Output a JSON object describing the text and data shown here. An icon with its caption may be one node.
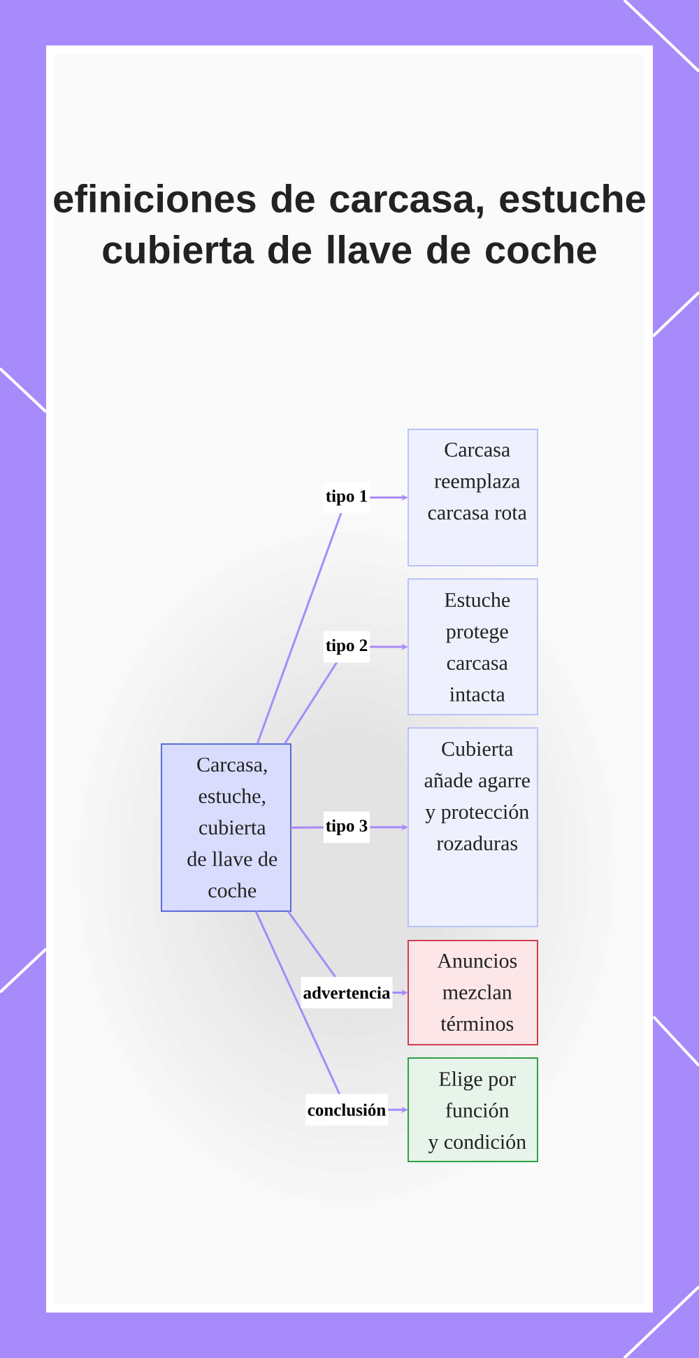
{
  "diagram": {
    "title": "efiniciones de carcasa, estuche cubierta de llave de coche",
    "nodes": [
      {
        "text": [
          "Carcasa, estuche, cubierta de llave de coche"
        ]
      },
      {
        "text": [
          "Carcasa reemplaza carcasa rota"
        ]
      },
      {
        "text": [
          "Estuche protege carcasa intacta"
        ]
      },
      {
        "text": [
          "Cubierta añade agarre y protección rozaduras"
        ]
      },
      {
        "text": [
          "Anuncios mezclan términos"
        ]
      },
      {
        "text": [
          "Elige por función y condición"
        ]
      }
    ],
    "edges": [
      {
        "from": 0,
        "to": 1,
        "arrow": "to",
        "label": "tipo 1"
      },
      {
        "from": 0,
        "to": 2,
        "arrow": "to",
        "label": "tipo 2"
      },
      {
        "from": 0,
        "to": 3,
        "arrow": "to",
        "label": "tipo 3"
      },
      {
        "from": 0,
        "to": 4,
        "arrow": "to",
        "label": "advertencia"
      },
      {
        "from": 0,
        "to": 5,
        "arrow": "to",
        "label": "conclusión"
      }
    ]
  }
}
